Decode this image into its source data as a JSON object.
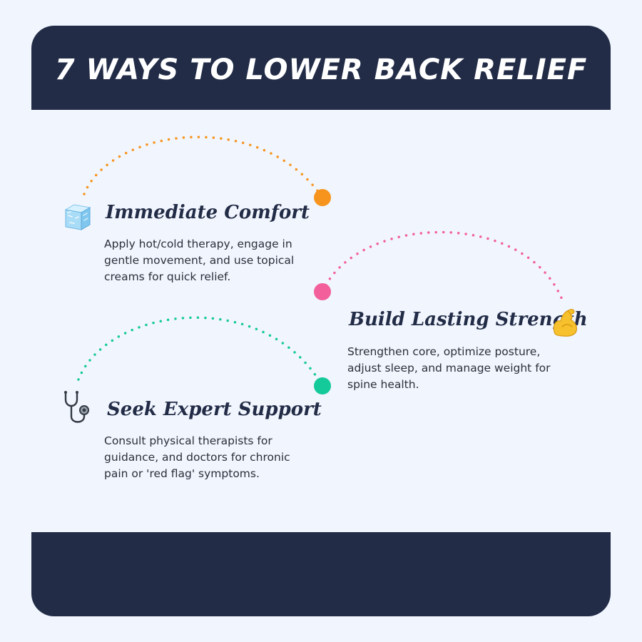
{
  "title": "7 WAYS TO LOWER BACK RELIEF",
  "items": [
    {
      "heading": "Immediate Comfort",
      "description": "Apply hot/cold therapy, engage in gentle movement, and use topical creams for quick relief.",
      "icon": "ice-cube-icon",
      "accent": "#f7941d"
    },
    {
      "heading": "Build Lasting Strength",
      "description": "Strengthen core, optimize posture, adjust sleep, and manage weight for spine health.",
      "icon": "flexed-biceps-icon",
      "accent": "#f25f9b"
    },
    {
      "heading": "Seek Expert Support",
      "description": "Consult physical therapists for guidance, and doctors for chronic pain or 'red flag' symptoms.",
      "icon": "stethoscope-icon",
      "accent": "#14c99a"
    }
  ],
  "colors": {
    "band": "#222c47",
    "background": "#f1f5fd",
    "heading": "#222c47"
  }
}
